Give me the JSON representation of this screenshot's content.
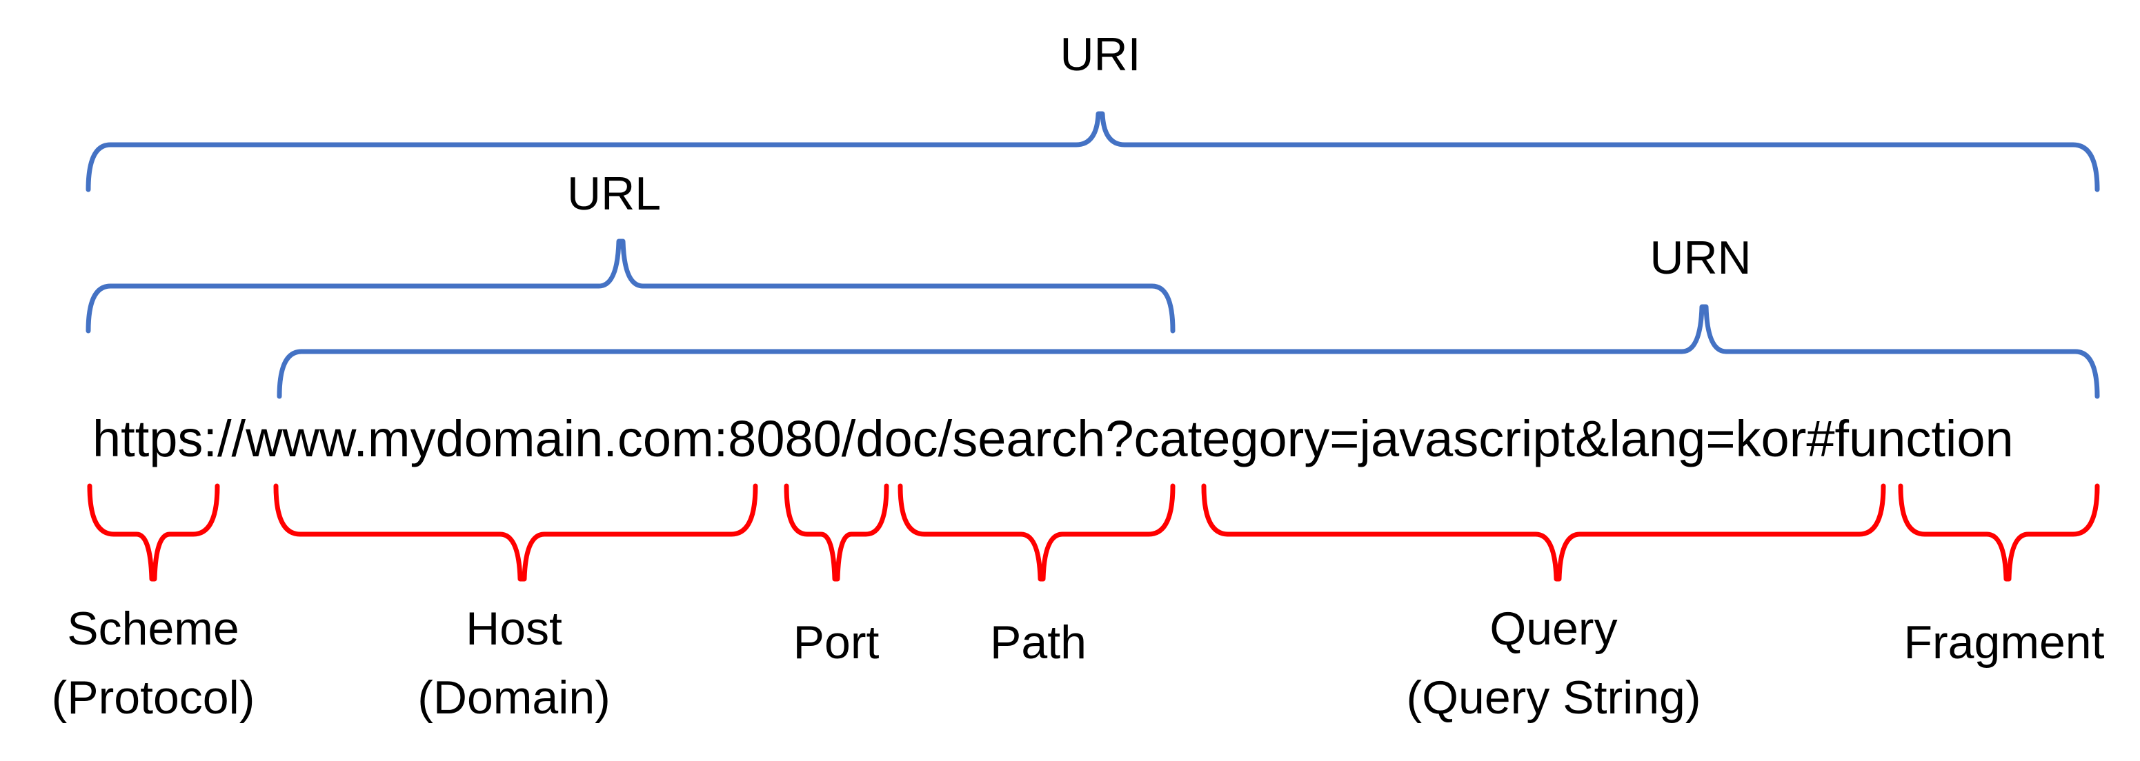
{
  "top_labels": {
    "uri": "URI",
    "url": "URL",
    "urn": "URN"
  },
  "url_example": "https://www.mydomain.com:8080/doc/search?category=javascript&lang=kor#function",
  "components": [
    {
      "key": "scheme",
      "line1": "Scheme",
      "line2": "(Protocol)"
    },
    {
      "key": "host",
      "line1": "Host",
      "line2": "(Domain)"
    },
    {
      "key": "port",
      "line1": "Port",
      "line2": ""
    },
    {
      "key": "path",
      "line1": "Path",
      "line2": ""
    },
    {
      "key": "query",
      "line1": "Query",
      "line2": "(Query String)"
    },
    {
      "key": "fragment",
      "line1": "Fragment",
      "line2": ""
    }
  ],
  "colors": {
    "group_brace": "#4472C4",
    "component_brace": "#FF0000",
    "text": "#000000"
  }
}
